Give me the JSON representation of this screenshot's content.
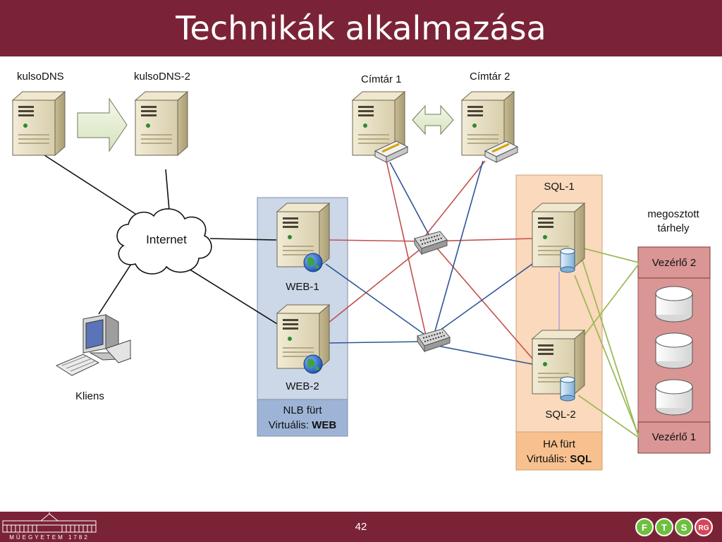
{
  "title": "Technikák alkalmazása",
  "page_number": "42",
  "university_caption": "MŰEGYETEM 1782",
  "badges": [
    "F",
    "T",
    "S",
    "RG"
  ],
  "nodes": {
    "kulsodns": "kulsoDNS",
    "kulsodns2": "kulsoDNS-2",
    "cimtar1": "Címtár 1",
    "cimtar2": "Címtár 2",
    "internet": "Internet",
    "kliens": "Kliens",
    "web1": "WEB-1",
    "web2": "WEB-2",
    "sql1": "SQL-1",
    "sql2": "SQL-2",
    "shared_storage_line1": "megosztott",
    "shared_storage_line2": "tárhely",
    "controller2": "Vezérlő 2",
    "controller1": "Vezérlő 1"
  },
  "nlb": {
    "line1": "NLB fürt",
    "line2_prefix": "Virtuális: ",
    "line2_bold": "WEB"
  },
  "ha": {
    "line1": "HA fürt",
    "line2_prefix": "Virtuális: ",
    "line2_bold": "SQL"
  },
  "colors": {
    "brand": "#7b2336",
    "red_link": "#c0504d",
    "blue_link": "#2e5597",
    "green_link": "#9bbb59",
    "purple_link": "#b4a7d6",
    "nlb_fill": "#ccd7e8",
    "nlb_label_fill": "#9eb4d6",
    "ha_fill": "#fbd9bc",
    "ha_label_fill": "#f9c08f",
    "storage_fill": "#d99694"
  }
}
